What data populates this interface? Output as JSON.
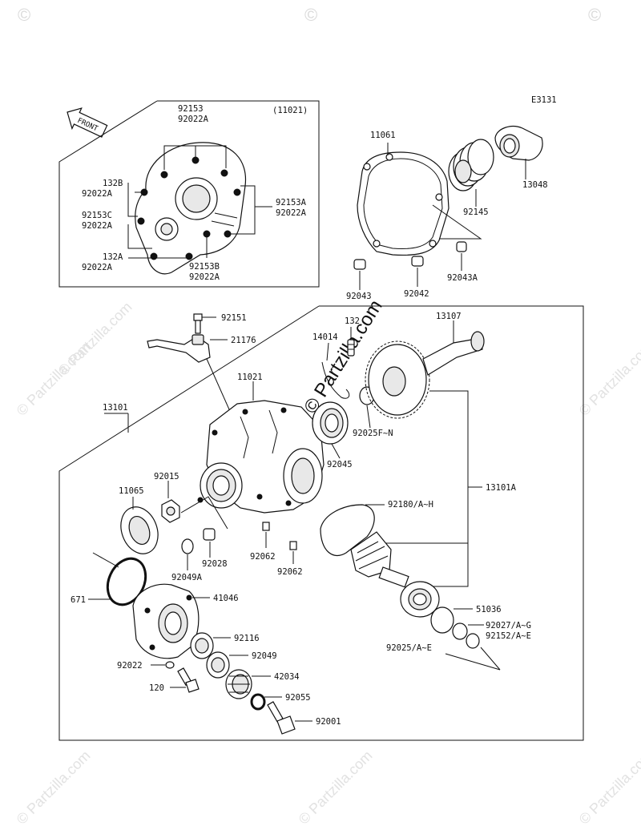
{
  "diagram_code": "E3131",
  "front_label": "FRONT",
  "watermark": "© Partzilla.com",
  "inset_group_label": "(11021)",
  "labels": {
    "l92153": "92153",
    "l92022A_top": "92022A",
    "l132B": "132B",
    "l92022A_b": "92022A",
    "l92153C": "92153C",
    "l92022A_c": "92022A",
    "l132A": "132A",
    "l92022A_a": "92022A",
    "l92153A": "92153A",
    "l92022A_r": "92022A",
    "l92153B": "92153B",
    "l92022A_bot": "92022A",
    "l11061": "11061",
    "l13048": "13048",
    "l92145": "92145",
    "l92043": "92043",
    "l92042": "92042",
    "l92043A": "92043A",
    "l92151": "92151",
    "l21176": "21176",
    "l132": "132",
    "l14014": "14014",
    "l13107": "13107",
    "l11021": "11021",
    "l13101": "13101",
    "l92025FN": "92025F~N",
    "l92045": "92045",
    "l13101A": "13101A",
    "l92015": "92015",
    "l11065": "11065",
    "l92180": "92180/A~H",
    "l92028": "92028",
    "l92062a": "92062",
    "l92062b": "92062",
    "l92049A": "92049A",
    "l671": "671",
    "l41046": "41046",
    "l51036": "51036",
    "l92027": "92027/A~G",
    "l92152": "92152/A~E",
    "l92025AE": "92025/A~E",
    "l92116": "92116",
    "l92049": "92049",
    "l92022": "92022",
    "l42034": "42034",
    "l120": "120",
    "l92055": "92055",
    "l92001": "92001"
  }
}
